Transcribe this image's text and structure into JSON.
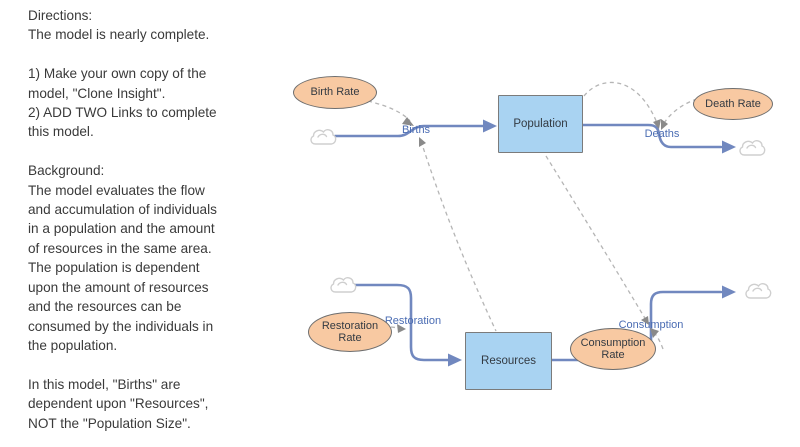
{
  "instructions": {
    "text": "Directions:\nThe model is nearly complete.\n\n1) Make your own copy of the\nmodel, \"Clone Insight\".\n2) ADD TWO Links to complete\nthis model.\n\nBackground:\nThe model evaluates the flow\nand accumulation of individuals\nin a population and the amount\nof resources in the same area.\nThe population is dependent\nupon the amount of resources\nand the resources can be\nconsumed by the individuals in\nthe population.\n\nIn this model, \"Births\" are\ndependent upon \"Resources\",\nNOT the \"Population Size\"."
  },
  "diagram": {
    "stocks": [
      {
        "label": "Population"
      },
      {
        "label": "Resources"
      }
    ],
    "variables": [
      {
        "label": "Birth Rate"
      },
      {
        "label": "Death Rate"
      },
      {
        "label": "Restoration Rate"
      },
      {
        "label": "Consumption Rate"
      }
    ],
    "flows": [
      {
        "label": "Births"
      },
      {
        "label": "Deaths"
      },
      {
        "label": "Restoration"
      },
      {
        "label": "Consumption"
      }
    ],
    "colors": {
      "stock_fill": "#a9d3f2",
      "variable_fill": "#f8c9a2",
      "flow_line": "#7188bf",
      "flow_label": "#4a6cb3",
      "link_line": "#b5b5b5",
      "link_arrow": "#8a8a8a",
      "cloud_stroke": "#cfcfcf"
    }
  }
}
